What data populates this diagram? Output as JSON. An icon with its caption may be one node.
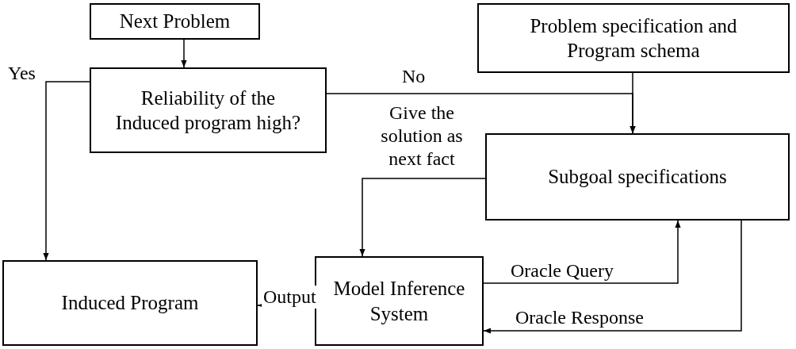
{
  "diagram": {
    "nodes": [
      {
        "text": [
          "Next Problem"
        ]
      },
      {
        "text": [
          "Reliability of the Induced program high?"
        ]
      },
      {
        "text": [
          "Problem specification and Program schema"
        ]
      },
      {
        "text": [
          "Subgoal specifications"
        ]
      },
      {
        "text": [
          "Induced Program"
        ]
      },
      {
        "text": [
          "Model Inference System"
        ]
      }
    ],
    "edges": [
      {
        "from": 0,
        "to": 1,
        "arrow": "to"
      },
      {
        "from": 1,
        "to": 4,
        "arrow": "to",
        "label": "Yes"
      },
      {
        "from": 1,
        "to": 3,
        "arrow": "to",
        "label": "No"
      },
      {
        "from": 2,
        "to": 3,
        "arrow": "to"
      },
      {
        "from": 3,
        "to": 5,
        "arrow": "to",
        "label": "Give the solution as next fact"
      },
      {
        "from": 5,
        "to": 4,
        "arrow": "to",
        "label": "Output"
      },
      {
        "from": 5,
        "to": 3,
        "arrow": "to",
        "label": "Oracle Query"
      },
      {
        "from": 3,
        "to": 5,
        "arrow": "to",
        "label": "Oracle Response"
      }
    ]
  }
}
